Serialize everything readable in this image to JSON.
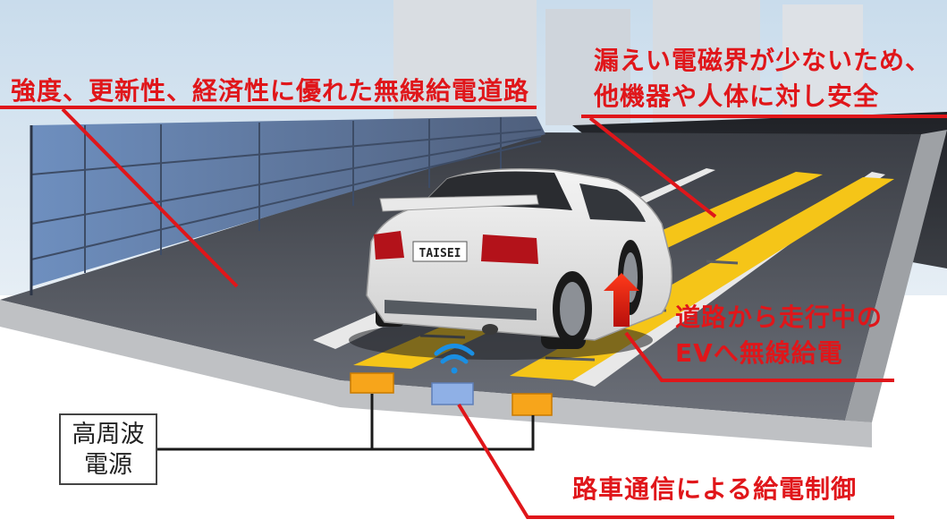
{
  "labels": {
    "road_feature": "強度、更新性、経済性に優れた無線給電道路",
    "safety_line1": "漏えい電磁界が少ないため、",
    "safety_line2": "他機器や人体に対し安全",
    "ev_line1": "道路から走行中の",
    "ev_line2": "EVへ無線給電",
    "comm_control": "路車通信による給電制御"
  },
  "power_supply": {
    "line1": "高周波",
    "line2": "電源"
  },
  "car": {
    "plate": "TAISEI"
  },
  "colors": {
    "label_red": "#e0161a",
    "coil_orange": "#f7a51b",
    "coil_lane_yellow": "#f5c518",
    "comm_box_blue": "#8fb0e6",
    "wifi_blue": "#1a8fe3",
    "arrow_red": "#e8231a"
  },
  "icons": [
    "wifi-icon",
    "up-arrow-icon"
  ]
}
